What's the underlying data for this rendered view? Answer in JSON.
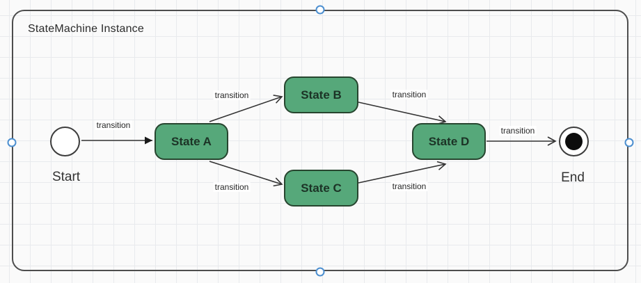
{
  "diagram": {
    "title": "StateMachine Instance",
    "nodes": {
      "start": {
        "label": "Start",
        "type": "initial"
      },
      "stateA": {
        "label": "State A"
      },
      "stateB": {
        "label": "State B"
      },
      "stateC": {
        "label": "State C"
      },
      "stateD": {
        "label": "State D"
      },
      "end": {
        "label": "End",
        "type": "final"
      }
    },
    "edges": [
      {
        "from": "Start",
        "to": "State A",
        "label": "transition"
      },
      {
        "from": "State A",
        "to": "State B",
        "label": "transition"
      },
      {
        "from": "State A",
        "to": "State C",
        "label": "transition"
      },
      {
        "from": "State B",
        "to": "State D",
        "label": "transition"
      },
      {
        "from": "State C",
        "to": "State D",
        "label": "transition"
      },
      {
        "from": "State D",
        "to": "End",
        "label": "transition"
      }
    ],
    "colors": {
      "state_fill": "#56a87a",
      "state_border": "#27452f",
      "container_border": "#4d4d4d",
      "handle_accent": "#4c8fd0",
      "arrow": "#333333",
      "grid_line": "#e8eaed"
    }
  }
}
